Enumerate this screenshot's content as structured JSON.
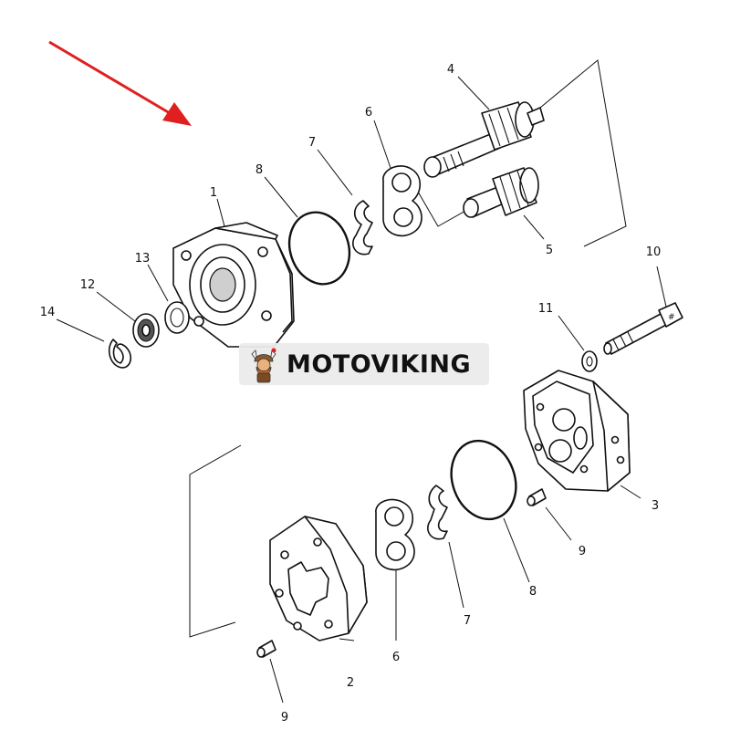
{
  "watermark": {
    "text": "MOTOVIKING"
  },
  "callouts": [
    "1",
    "2",
    "3",
    "4",
    "5",
    "6",
    "6",
    "7",
    "7",
    "8",
    "8",
    "9",
    "9",
    "10",
    "11",
    "12",
    "13",
    "14"
  ],
  "colors": {
    "arrow": "#e02020",
    "line": "#111111",
    "background": "#ffffff"
  },
  "icons": {
    "pointer": "red-arrow-icon",
    "logo": "viking-logo-icon"
  }
}
